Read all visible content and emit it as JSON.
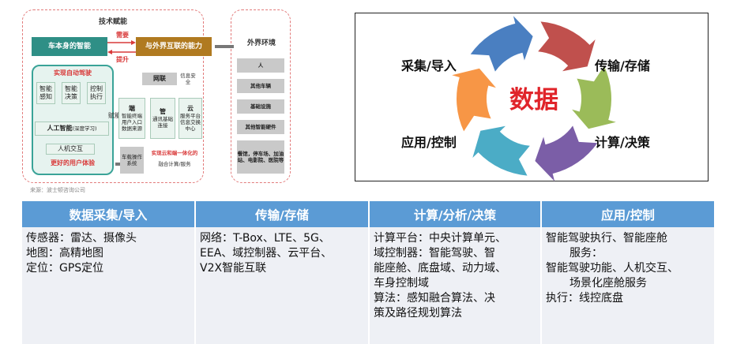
{
  "left_diagram": {
    "title": "技术赋能",
    "car_intelligence": "车本身的智能",
    "external_connect": "与外界互联的能力",
    "needs_label": "需要",
    "improve_label": "提升",
    "external_env": "外界环境",
    "auto_driving": "实现自动驾驶",
    "smart_sense": "智能感知",
    "smart_decide": "智能决策",
    "control_exec": "控制执行",
    "empower": "赋能",
    "ai": "人工智能",
    "deep_learning": "(深度学习)",
    "hmi": "人机交互",
    "better_ux": "更好的用户体验",
    "network": "网联",
    "info_security": "信息安全",
    "end": "端",
    "end_desc": "智能终端用户入口数据来源",
    "pipe": "管",
    "pipe_desc": "通讯基础连接",
    "cloud": "云",
    "cloud_desc": "服务平台信息交换中心",
    "vehicle_os": "车载操作系统",
    "cloud_end_integration": "实现云和端一体化的",
    "fusion_service": "融合计算/服务",
    "env_items": [
      "人",
      "其他车辆",
      "基础设施",
      "其他智能硬件",
      "餐馆，停车场、加油站、电影院、医院等"
    ],
    "source": "来源：波士顿咨询公司"
  },
  "cycle": {
    "center": "数据",
    "stages": [
      "采集/导入",
      "传输/存储",
      "计算/决策",
      "应用/控制"
    ],
    "colors": [
      "#4a7fc1",
      "#c0504d",
      "#9bbb59",
      "#7b5ea7",
      "#4bacc6",
      "#f79646"
    ]
  },
  "table": {
    "headers": [
      "数据采集/导入",
      "传输/存储",
      "计算/分析/决策",
      "应用/控制"
    ],
    "col1": [
      "传感器：雷达、摄像头",
      "地图：高精地图",
      "定位：GPS定位"
    ],
    "col2": [
      "网络：T-Box、LTE、5G、",
      "EEA、域控制器、云平台、",
      "V2X智能互联"
    ],
    "col3": [
      "计算平台：中央计算单元、",
      "域控制器：智能驾驶、智",
      "能座舱、底盘域、动力域、",
      "车身控制域",
      "算法：感知融合算法、决",
      "策及路径规划算法"
    ],
    "col4": [
      "智能驾驶执行、智能座舱",
      "服务：",
      "智能驾驶功能、人机交互、",
      "场景化座舱服务",
      "执行：线控底盘"
    ]
  }
}
